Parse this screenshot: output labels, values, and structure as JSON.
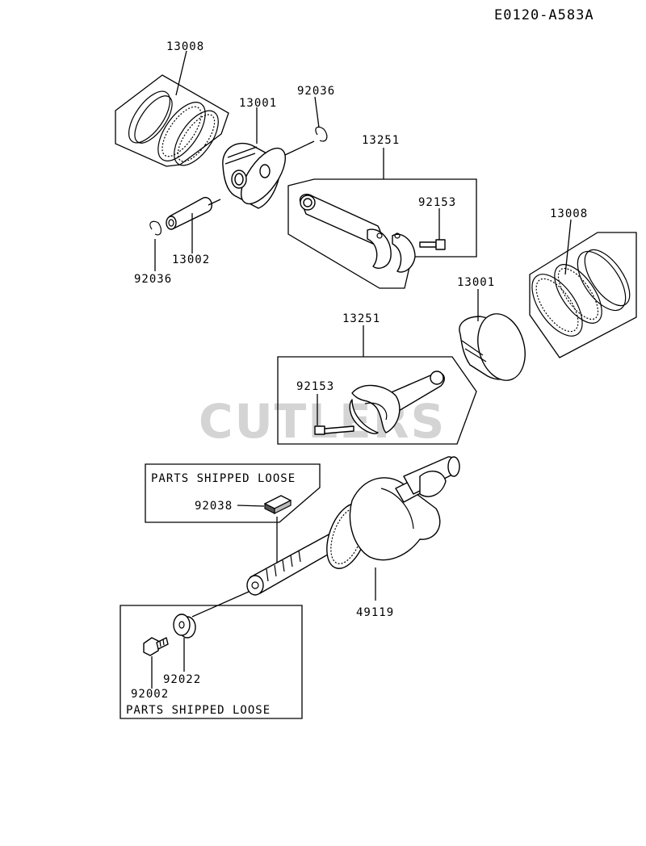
{
  "diagram_ref": "E0120-A583A",
  "watermark": "CUTLERS",
  "boxes": {
    "loose_top": "PARTS SHIPPED LOOSE",
    "loose_bottom": "PARTS SHIPPED LOOSE"
  },
  "parts": [
    {
      "id": "13008",
      "slot": "rings_left"
    },
    {
      "id": "13001",
      "slot": "piston_left"
    },
    {
      "id": "92036",
      "slot": "clip_top"
    },
    {
      "id": "13251",
      "slot": "rod_upper"
    },
    {
      "id": "92153",
      "slot": "bolt_upper"
    },
    {
      "id": "92036",
      "slot": "clip_bottom"
    },
    {
      "id": "13002",
      "slot": "pin"
    },
    {
      "id": "13008",
      "slot": "rings_right"
    },
    {
      "id": "13001",
      "slot": "piston_right"
    },
    {
      "id": "13251",
      "slot": "rod_lower"
    },
    {
      "id": "92153",
      "slot": "bolt_lower"
    },
    {
      "id": "92038",
      "slot": "key"
    },
    {
      "id": "49119",
      "slot": "crankshaft"
    },
    {
      "id": "92022",
      "slot": "washer"
    },
    {
      "id": "92002",
      "slot": "bolt_crank"
    }
  ]
}
